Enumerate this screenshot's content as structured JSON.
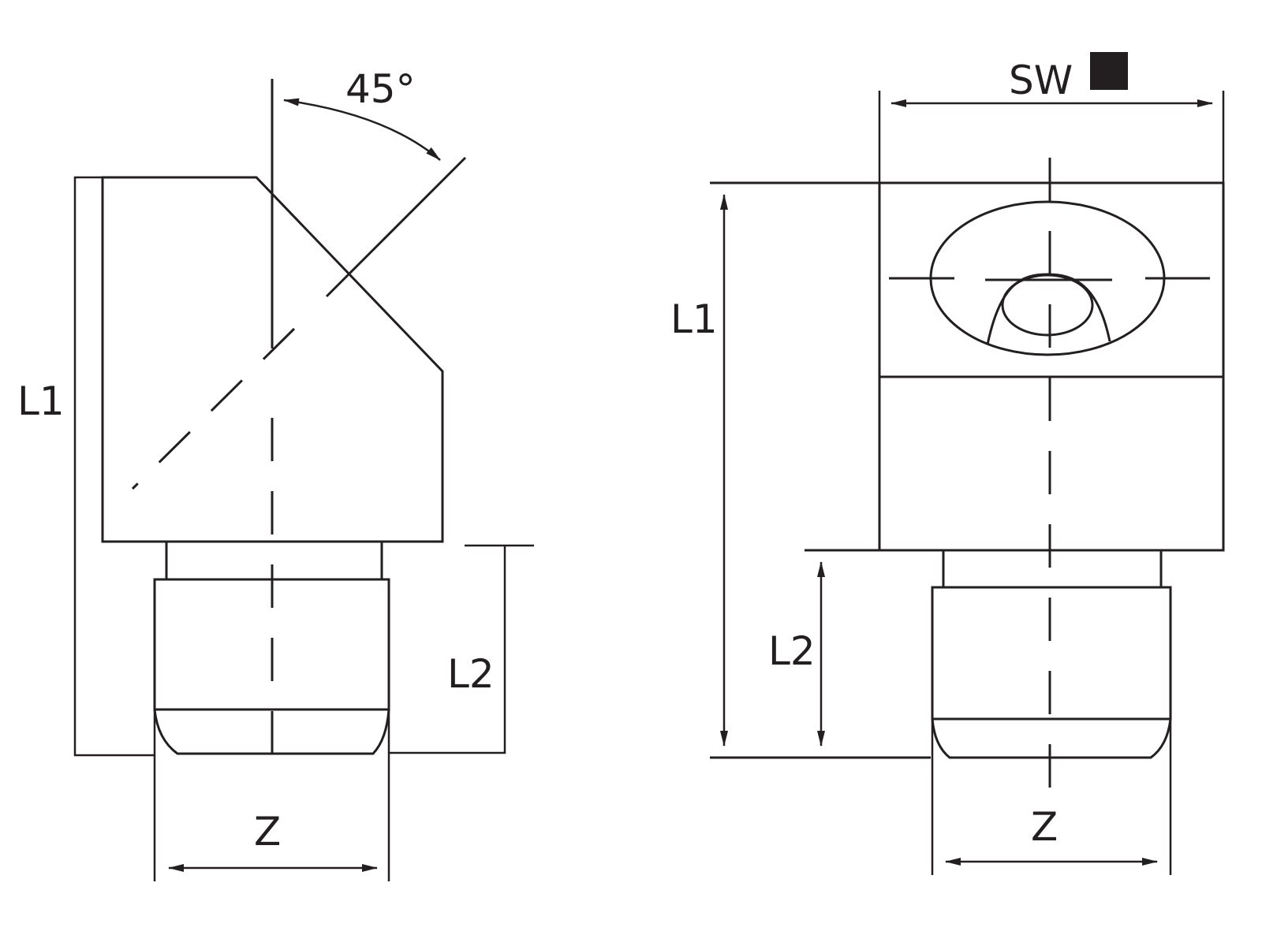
{
  "left_view": {
    "angle_label": "45°",
    "l1_label": "L1",
    "l2_label": "L2",
    "z_label": "Z"
  },
  "right_view": {
    "sw_label": "SW",
    "sw_symbol": "square-symbol",
    "l1_label": "L1",
    "l2_label": "L2",
    "z_label": "Z"
  },
  "colors": {
    "line": "#231f20",
    "background": "#ffffff"
  }
}
